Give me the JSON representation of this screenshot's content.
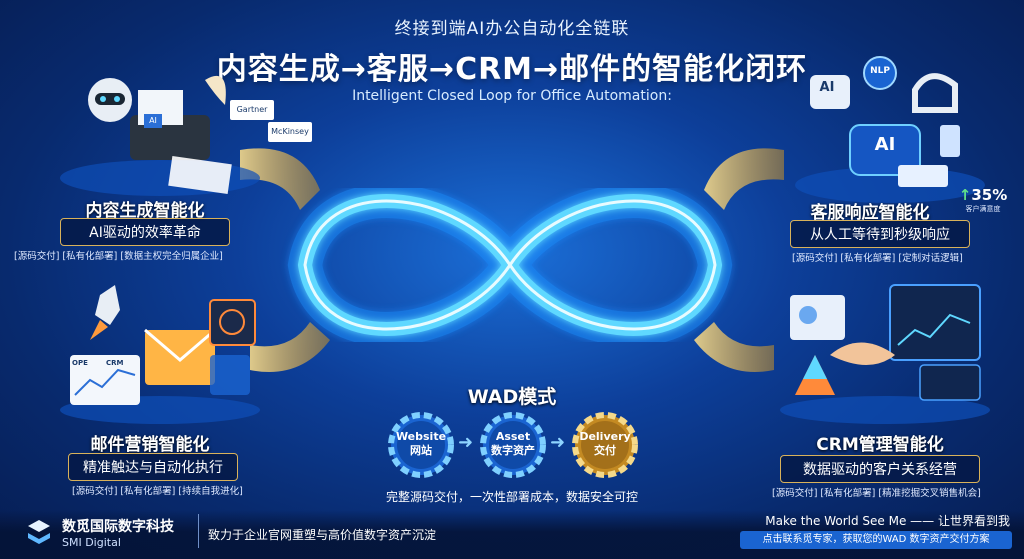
{
  "header": {
    "small": "终接到端AI办公自动化全链联",
    "title": "内容生成→客服→CRM→邮件的智能化闭环",
    "subtitle_en": "Intelligent Closed Loop for Office Automation:"
  },
  "sections": {
    "content": {
      "title": "内容生成智能化",
      "pill": "AI驱动的效率革命",
      "tags": "[源码交付] [私有化部署] [数据主权完全归属企业]",
      "logo1": "Gartner",
      "logo2": "McKinsey",
      "doc_label": "AI"
    },
    "service": {
      "title": "客服响应智能化",
      "pill": "从人工等待到秒级响应",
      "tags": "[源码交付] [私有化部署] [定制对话逻辑]",
      "stat_value": "35%",
      "stat_label": "客户满意度",
      "badge_nlp": "NLP",
      "badge_ai": "AI",
      "core": "AI"
    },
    "email": {
      "title": "邮件营销智能化",
      "pill": "精准触达与自动化执行",
      "tags": "[源码交付] [私有化部署] [持续自我进化]",
      "chart_label1": "OPE",
      "chart_label2": "CRM"
    },
    "crm": {
      "title": "CRM管理智能化",
      "pill": "数据驱动的客户关系经营",
      "tags": "[源码交付] [私有化部署] [精准挖掘交叉销售机会]"
    }
  },
  "wad": {
    "title": "WAD模式",
    "steps": [
      {
        "en": "Website",
        "zh": "网站"
      },
      {
        "en": "Asset",
        "zh": "数字资产"
      },
      {
        "en": "Delivery",
        "zh": "交付"
      }
    ],
    "caption": "完整源码交付，一次性部署成本，数据安全可控"
  },
  "footer": {
    "brand_zh": "数觅国际数字科技",
    "brand_en": "SMI Digital",
    "slogan": "致力于企业官网重塑与高价值数字资产沉淀",
    "right_en": "Make the World See Me —— 让世界看到我",
    "cta": "点击联系觅专家，获取您的WAD 数字资产交付方案"
  },
  "colors": {
    "accent_gold": "#d9b25a",
    "loop_cyan": "#5fd8ff",
    "bg_dark": "#082a6e"
  }
}
